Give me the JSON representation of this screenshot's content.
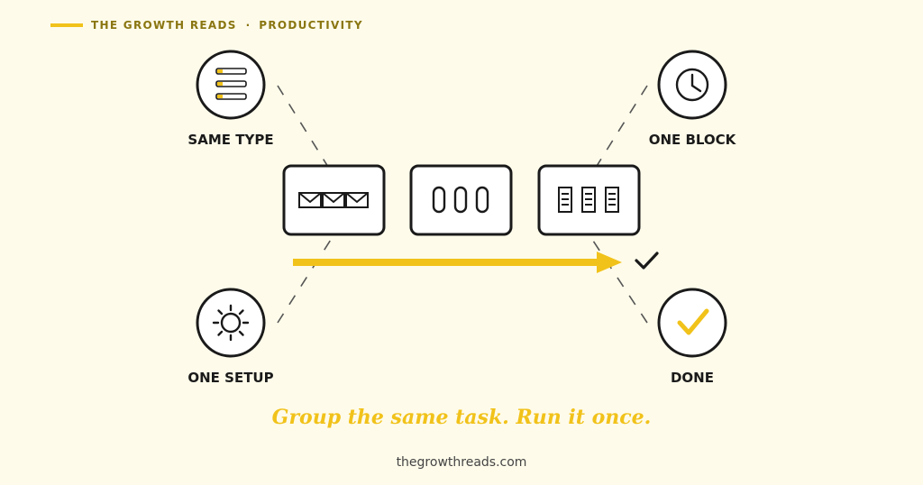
{
  "header": {
    "brand": "THE GROWTH READS",
    "separator": "·",
    "category": "PRODUCTIVITY"
  },
  "nodes": {
    "same_type": {
      "label": "SAME TYPE",
      "icon": "list-icon"
    },
    "one_setup": {
      "label": "ONE SETUP",
      "icon": "sun-gear-icon"
    },
    "one_block": {
      "label": "ONE BLOCK",
      "icon": "clock-icon"
    },
    "done": {
      "label": "DONE",
      "icon": "checkmark-icon"
    }
  },
  "task_boxes": [
    {
      "icon": "envelopes-icon"
    },
    {
      "icon": "capsules-icon"
    },
    {
      "icon": "documents-icon"
    }
  ],
  "tagline": "Group the same task. Run it once.",
  "footer": "thegrowthreads.com",
  "colors": {
    "background": "#FEFBEA",
    "accent": "#F1C21A",
    "ink": "#1A1A1A",
    "brand_text": "#8A7611"
  }
}
